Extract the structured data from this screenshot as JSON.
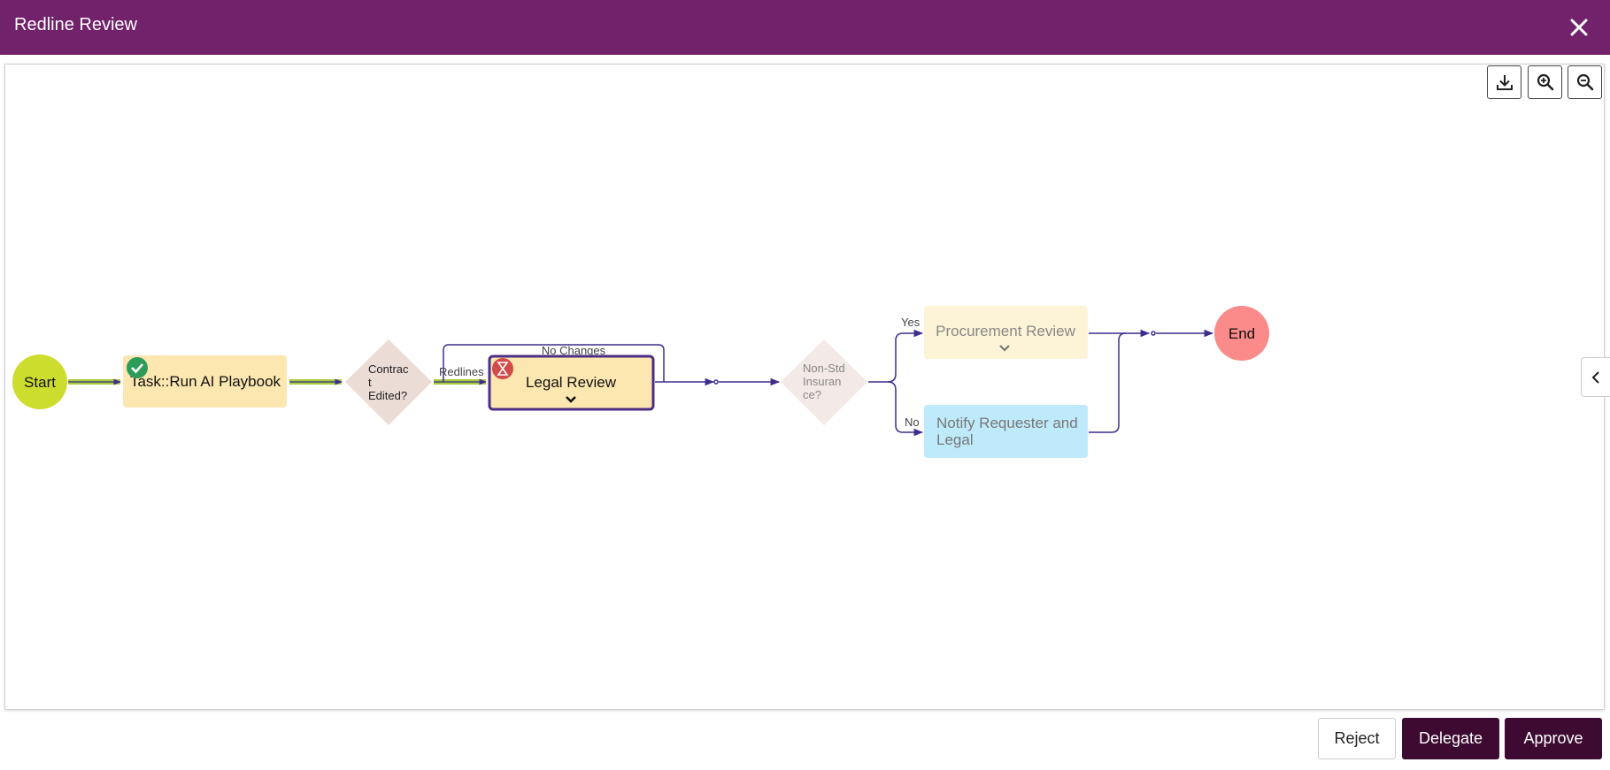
{
  "header": {
    "title": "Redline Review",
    "close_icon": "close-icon"
  },
  "toolbar": {
    "download_icon": "download-icon",
    "zoom_in_icon": "zoom-in-icon",
    "zoom_out_icon": "zoom-out-icon"
  },
  "side_panel": {
    "toggle_icon": "chevron-left-icon"
  },
  "workflow": {
    "nodes": {
      "start": "Start",
      "task_ai": "Task::Run AI Playbook",
      "contract_edited": [
        "Contrac",
        "t",
        "Edited?"
      ],
      "legal_review": "Legal Review",
      "non_std": [
        "Non-Std",
        "Insuran",
        "ce?"
      ],
      "procurement": "Procurement Review",
      "notify": [
        "Notify Requester and",
        "Legal"
      ],
      "end": "End"
    },
    "edges": {
      "redlines": "Redlines",
      "no_changes": "No Changes",
      "yes": "Yes",
      "no": "No"
    },
    "status": {
      "task_ai": "completed",
      "legal_review": "pending"
    },
    "colors": {
      "start": "#cddd2e",
      "task": "#fde7b0",
      "decision": "#ecdcd6",
      "decision_faded": "#f3e9e6",
      "legal_border": "#4b2e86",
      "procurement": "#fdf3d6",
      "notify": "#bfeafc",
      "end": "#fb8a8a",
      "active_edge": "#a6cc3c",
      "edge": "#3f2d8e",
      "done_badge": "#2d9c5a",
      "pending_badge": "#d24a4a"
    }
  },
  "footer": {
    "reject": "Reject",
    "delegate": "Delegate",
    "approve": "Approve"
  }
}
